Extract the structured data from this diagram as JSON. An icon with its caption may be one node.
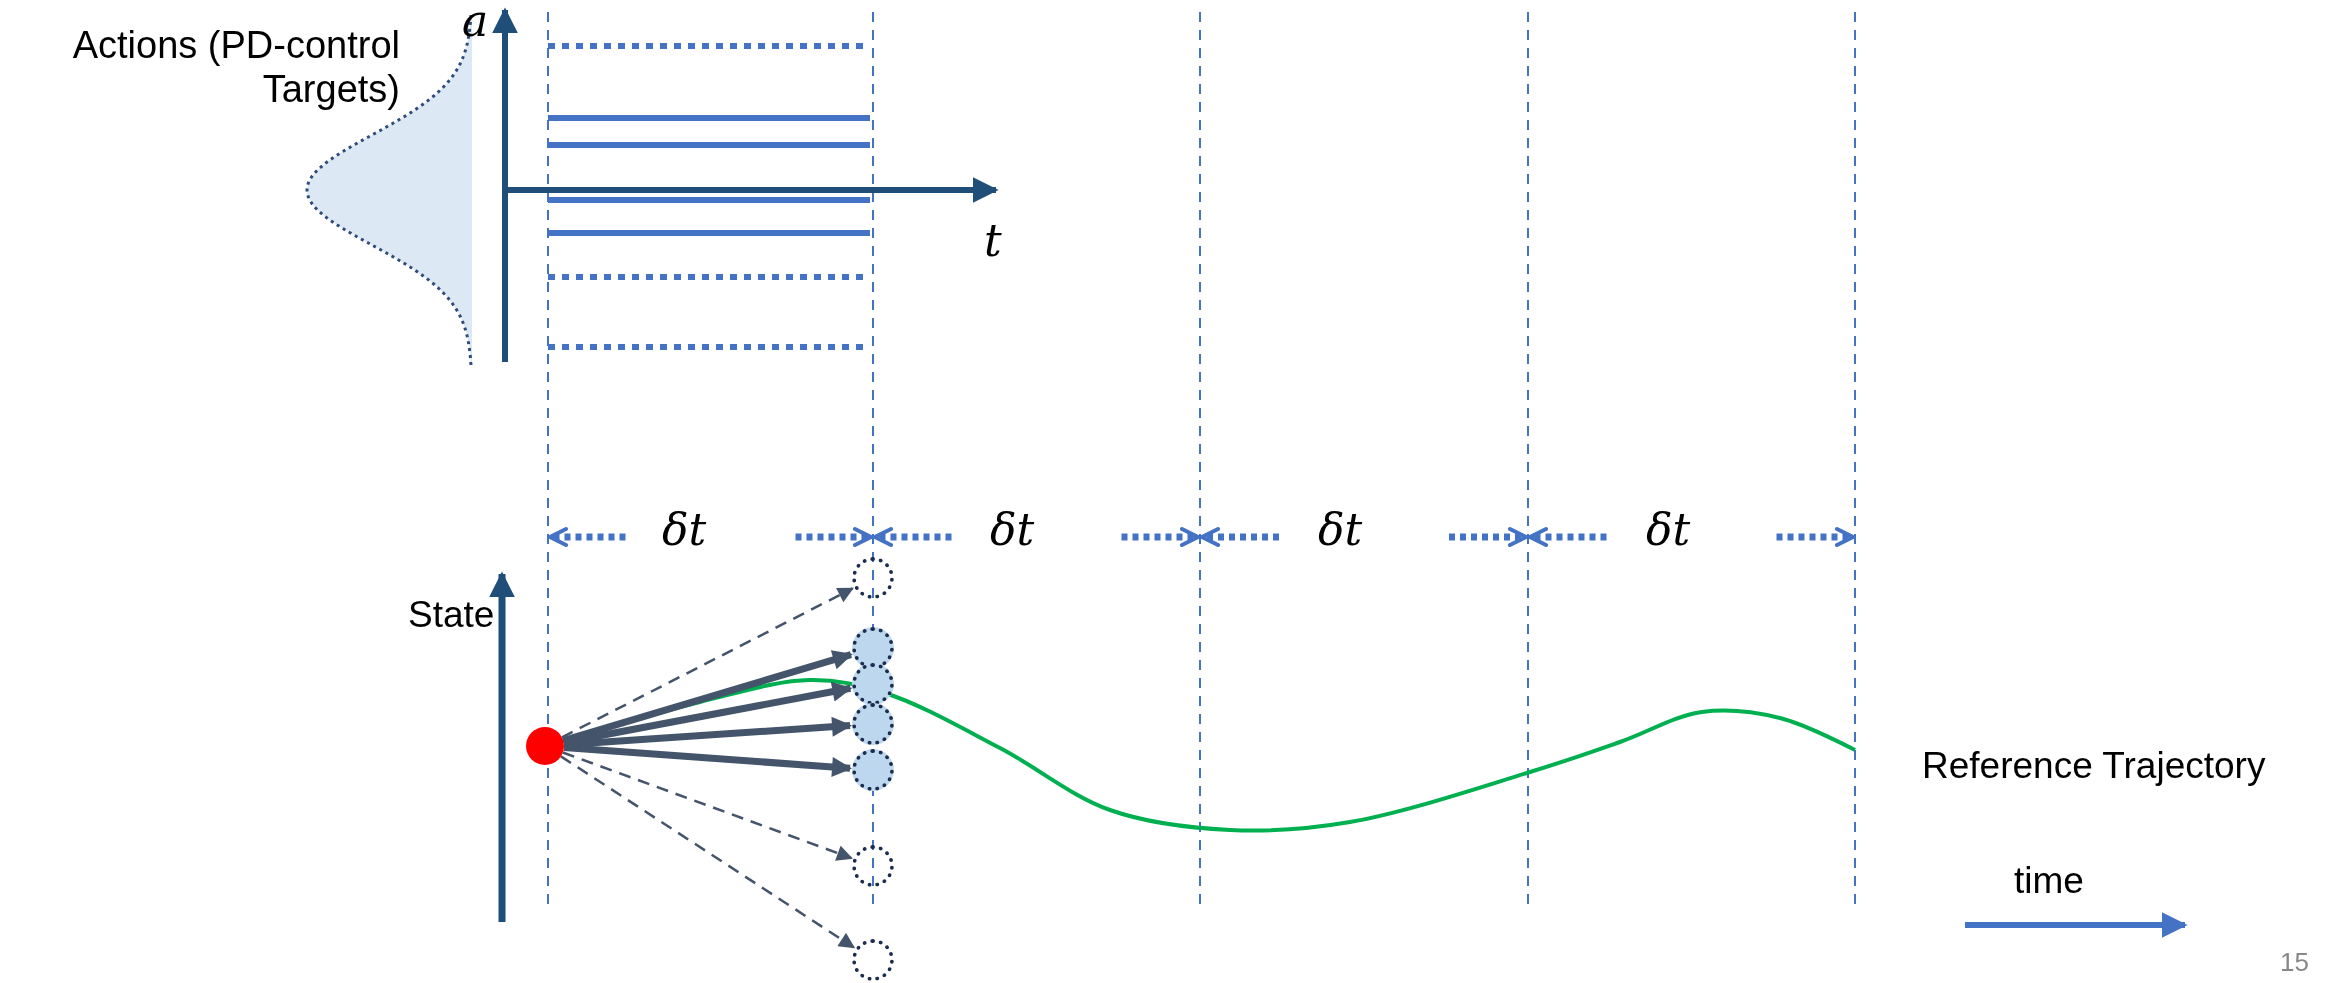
{
  "diagram": {
    "nodes": [
      {
        "text": [],
        "shape": "circle"
      },
      {
        "text": [],
        "shape": "circle"
      },
      {
        "text": [],
        "shape": "circle"
      },
      {
        "text": [],
        "shape": "circle"
      },
      {
        "text": [],
        "shape": "circle"
      },
      {
        "text": [],
        "shape": "circle"
      },
      {
        "text": [],
        "shape": "circle"
      },
      {
        "text": [],
        "shape": "circle"
      }
    ],
    "edges": [
      {
        "from": 0,
        "to": 1,
        "arrow": "to",
        "style": "dashed"
      },
      {
        "from": 0,
        "to": 2,
        "arrow": "to"
      },
      {
        "from": 0,
        "to": 3,
        "arrow": "to"
      },
      {
        "from": 0,
        "to": 4,
        "arrow": "to"
      },
      {
        "from": 0,
        "to": 5,
        "arrow": "to"
      },
      {
        "from": 0,
        "to": 6,
        "arrow": "to",
        "style": "dashed"
      },
      {
        "from": 0,
        "to": 7,
        "arrow": "to",
        "style": "dashed"
      }
    ],
    "labels": [
      "a",
      "Actions (PD-control Targets)",
      "t",
      "δt",
      "δt",
      "δt",
      "δt",
      "State",
      "Reference Trajectory",
      "time",
      "15"
    ]
  }
}
